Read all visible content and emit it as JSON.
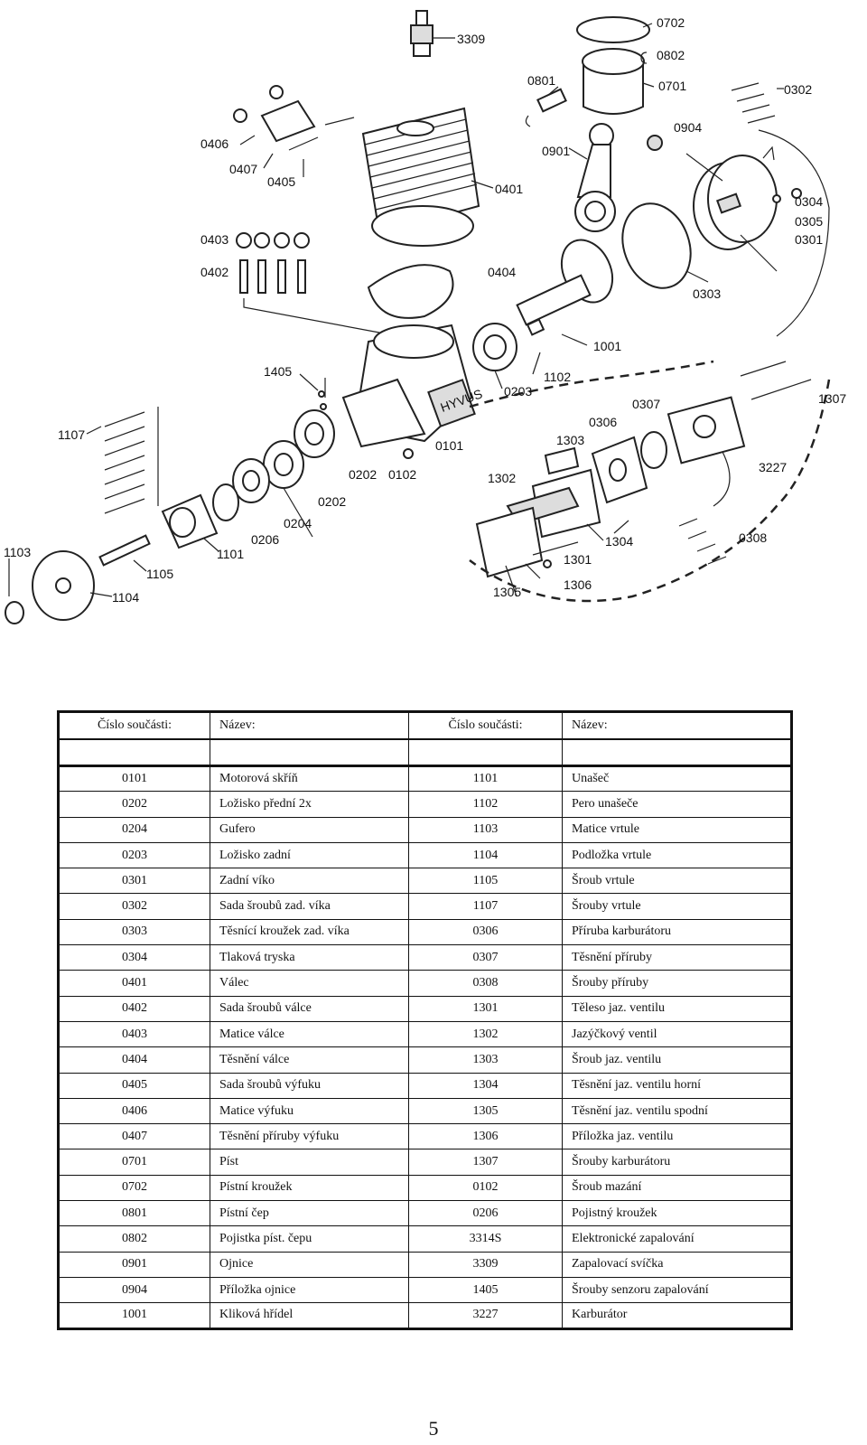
{
  "diagram_labels": {
    "l3309": "3309",
    "l0702": "0702",
    "l0802": "0802",
    "l0701": "0701",
    "l0801": "0801",
    "l0302": "0302",
    "l0904": "0904",
    "l0901": "0901",
    "l0406": "0406",
    "l0407": "0407",
    "l0405": "0405",
    "l0401": "0401",
    "l0304": "0304",
    "l0305": "0305",
    "l0301": "0301",
    "l0403": "0403",
    "l0402": "0402",
    "l0404": "0404",
    "l0303": "0303",
    "l1001": "1001",
    "l1405": "1405",
    "l1102": "1102",
    "l0203": "0203",
    "l1307": "1307",
    "l0307": "0307",
    "l0306": "0306",
    "l1107": "1107",
    "l1303": "1303",
    "l0101": "0101",
    "l3227": "3227",
    "l0202a": "0202",
    "l0102": "0102",
    "l1302": "1302",
    "l0202b": "0202",
    "l0204": "0204",
    "l0206": "0206",
    "l1101": "1101",
    "l1304": "1304",
    "l0308": "0308",
    "l1103": "1103",
    "l1105": "1105",
    "l1104": "1104",
    "l1301": "1301",
    "l1306": "1306",
    "l1305": "1305",
    "brand": "HYVUS"
  },
  "table": {
    "headers": [
      "Číslo součásti:",
      "Název:",
      "Číslo součásti:",
      "Název:"
    ],
    "rows": [
      [
        "0101",
        "Motorová skříň",
        "1101",
        "Unašeč"
      ],
      [
        "0202",
        "Ložisko přední 2x",
        "1102",
        "Pero unašeče"
      ],
      [
        "0204",
        "Gufero",
        "1103",
        "Matice vrtule"
      ],
      [
        "0203",
        "Ložisko zadní",
        "1104",
        "Podložka vrtule"
      ],
      [
        "0301",
        "Zadní víko",
        "1105",
        "Šroub vrtule"
      ],
      [
        "0302",
        "Sada šroubů zad. víka",
        "1107",
        "Šrouby vrtule"
      ],
      [
        "0303",
        "Těsnící kroužek zad. víka",
        "0306",
        "Příruba karburátoru"
      ],
      [
        "0304",
        "Tlaková tryska",
        "0307",
        "Těsnění příruby"
      ],
      [
        "0401",
        "Válec",
        "0308",
        "Šrouby příruby"
      ],
      [
        "0402",
        "Sada šroubů válce",
        "1301",
        "Těleso jaz. ventilu"
      ],
      [
        "0403",
        "Matice válce",
        "1302",
        "Jazýčkový ventil"
      ],
      [
        "0404",
        "Těsnění válce",
        "1303",
        "Šroub jaz. ventilu"
      ],
      [
        "0405",
        "Sada šroubů výfuku",
        "1304",
        "Těsnění jaz. ventilu horní"
      ],
      [
        "0406",
        "Matice výfuku",
        "1305",
        "Těsnění jaz. ventilu spodní"
      ],
      [
        "0407",
        "Těsnění příruby výfuku",
        "1306",
        "Příložka jaz. ventilu"
      ],
      [
        "0701",
        "Píst",
        "1307",
        "Šrouby karburátoru"
      ],
      [
        "0702",
        "Pístní kroužek",
        "0102",
        "Šroub mazání"
      ],
      [
        "0801",
        "Pístní čep",
        "0206",
        "Pojistný kroužek"
      ],
      [
        "0802",
        "Pojistka píst. čepu",
        "3314S",
        "Elektronické zapalování"
      ],
      [
        "0901",
        "Ojnice",
        "3309",
        "Zapalovací svíčka"
      ],
      [
        "0904",
        "Příložka ojnice",
        "1405",
        "Šrouby senzoru zapalování"
      ],
      [
        "1001",
        "Kliková hřídel",
        "3227",
        "Karburátor"
      ]
    ]
  },
  "page_number": "5"
}
